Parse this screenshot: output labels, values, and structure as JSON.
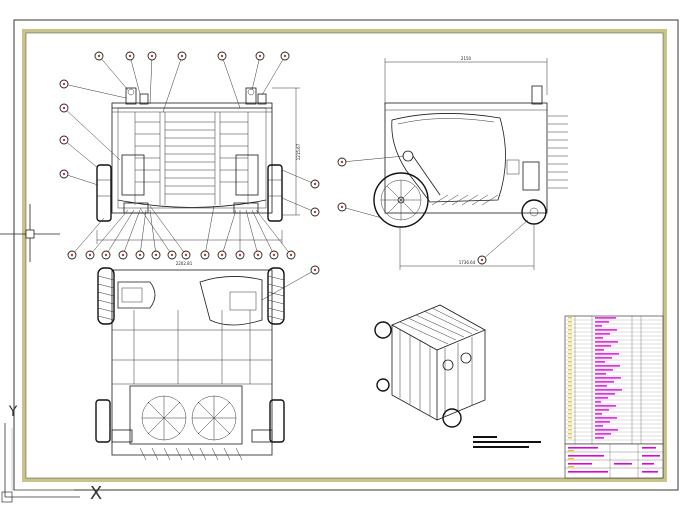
{
  "drawing": {
    "frame_color": "#c9c38a",
    "accent_color": "#e000e0",
    "balloon_color": "#c0392b"
  },
  "front_view": {
    "dimension_width": "2202.81",
    "dimension_height": "1215.67"
  },
  "side_view": {
    "dimension_top": "2150",
    "dimension_bottom": "1736.64"
  },
  "ucs_icon": {
    "x_axis_label": "X",
    "y_axis_label": "Y"
  }
}
